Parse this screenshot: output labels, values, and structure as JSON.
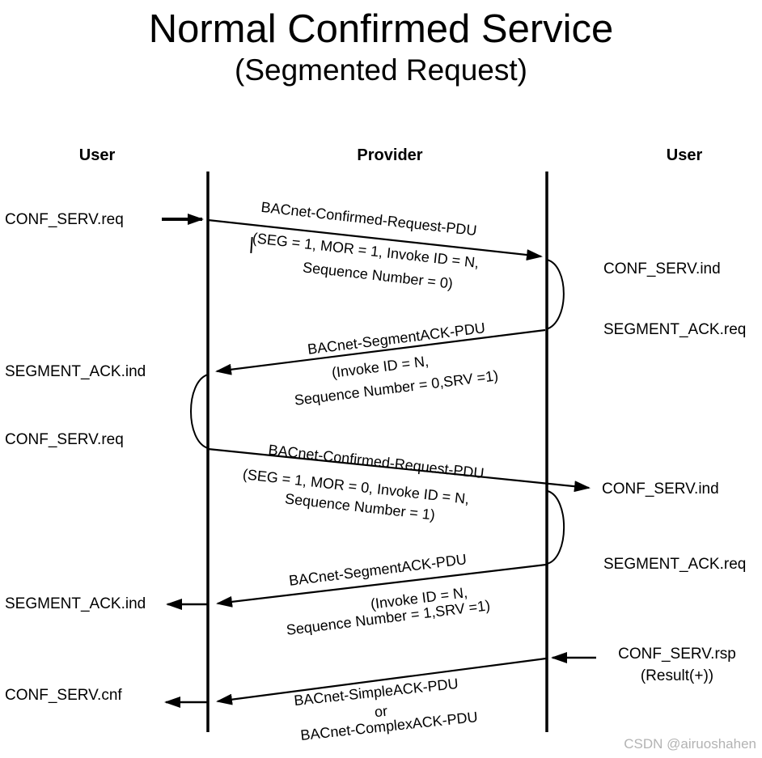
{
  "title": {
    "main": "Normal Confirmed Service",
    "sub": "(Segmented Request)"
  },
  "columns": {
    "left": "User",
    "center": "Provider",
    "right": "User"
  },
  "left_events": [
    "CONF_SERV.req",
    "SEGMENT_ACK.ind",
    "CONF_SERV.req",
    "SEGMENT_ACK.ind",
    "CONF_SERV.cnf"
  ],
  "right_events": [
    "CONF_SERV.ind",
    "SEGMENT_ACK.req",
    "CONF_SERV.ind",
    "SEGMENT_ACK.req",
    "CONF_SERV.rsp"
  ],
  "right_event_detail": "(Result(+))",
  "messages": [
    {
      "name": "BACnet-Confirmed-Request-PDU",
      "params1": "(SEG = 1, MOR = 1, Invoke ID = N,",
      "params2": "Sequence Number = 0)"
    },
    {
      "name": "BACnet-SegmentACK-PDU",
      "params1": "(Invoke ID = N,",
      "params2": "Sequence Number = 0,SRV =1)"
    },
    {
      "name": "BACnet-Confirmed-Request-PDU",
      "params1": "(SEG = 1, MOR = 0, Invoke ID = N,",
      "params2": "Sequence Number = 1)"
    },
    {
      "name": "BACnet-SegmentACK-PDU",
      "params1": "(Invoke ID = N,",
      "params2": "Sequence Number = 1,SRV =1)"
    },
    {
      "name": "BACnet-SimpleACK-PDU",
      "params1": "or",
      "params2": "BACnet-ComplexACK-PDU"
    }
  ],
  "watermark": "CSDN @airuoshahen",
  "colors": {
    "line": "#000000",
    "watermark": "#b3b3b3"
  }
}
